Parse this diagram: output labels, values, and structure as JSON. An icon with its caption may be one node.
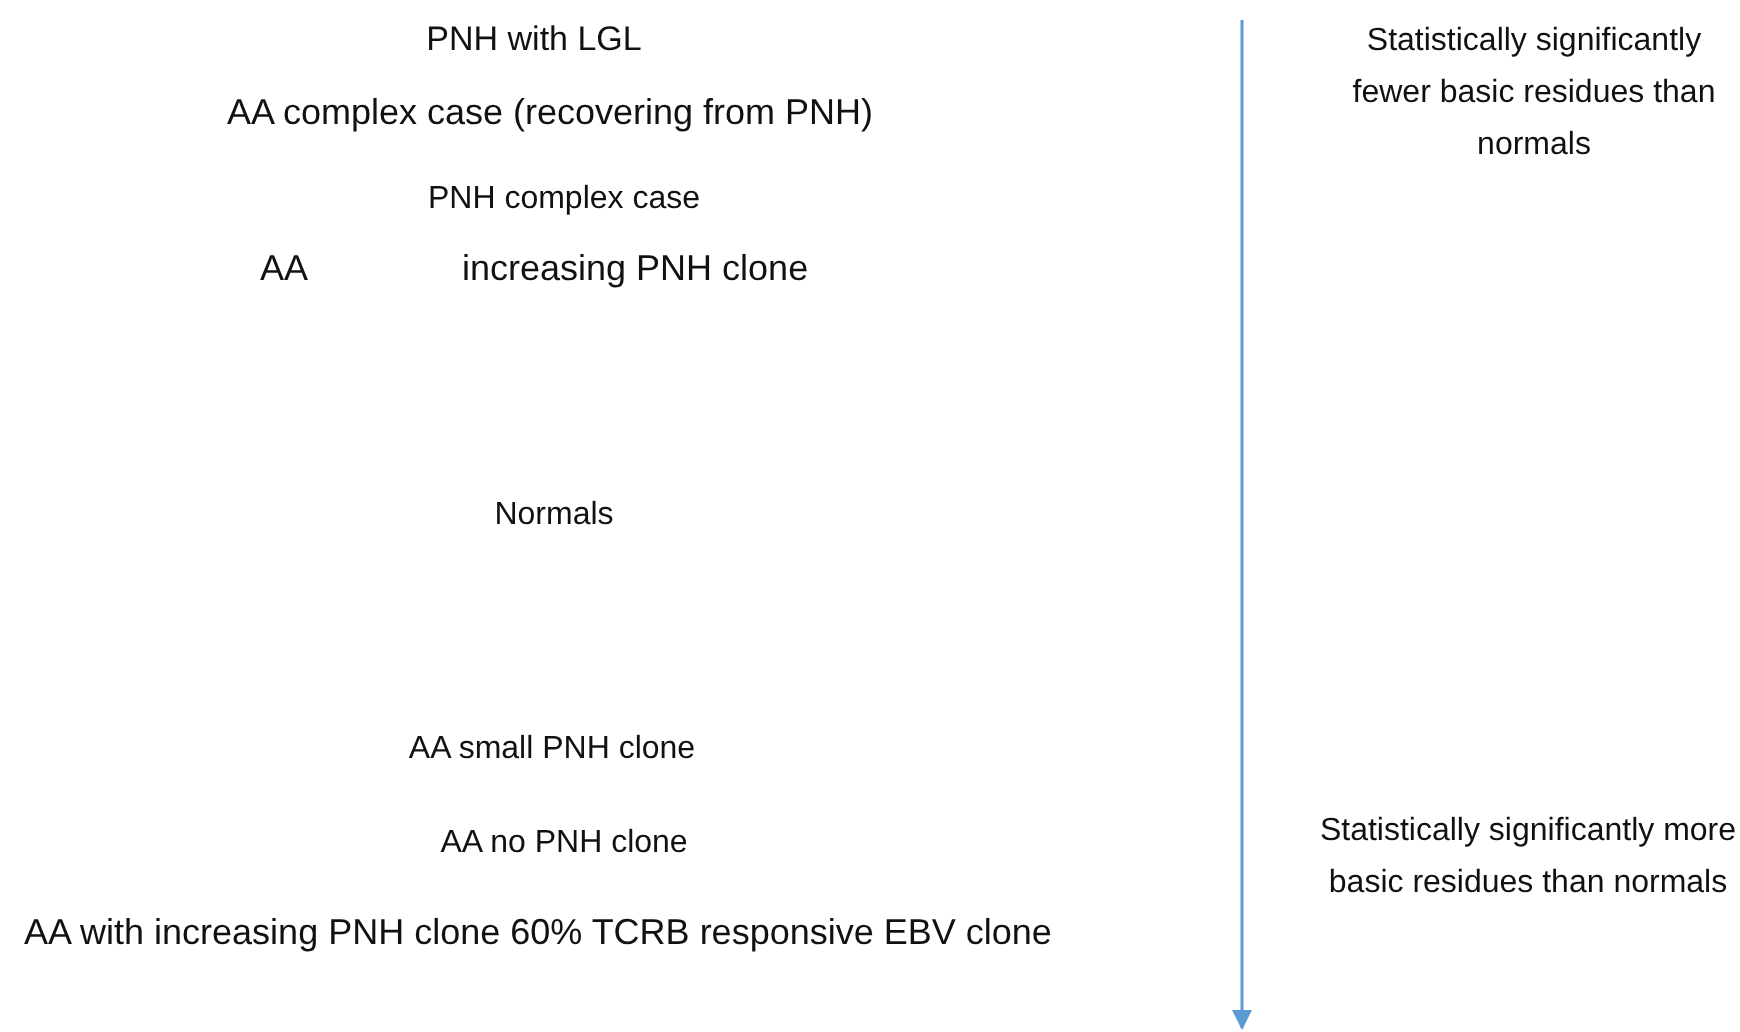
{
  "diagram": {
    "labels": [
      "PNH with LGL",
      "Statistically significantly fewer basic residues than normals",
      "AA complex case (recovering from PNH)",
      "PNH complex case",
      "AA",
      "increasing PNH clone",
      "Normals",
      "AA small PNH clone",
      "AA no PNH clone",
      "Statistically significantly more basic residues than normals",
      "AA with increasing PNH clone 60% TCRB responsive EBV clone"
    ]
  }
}
